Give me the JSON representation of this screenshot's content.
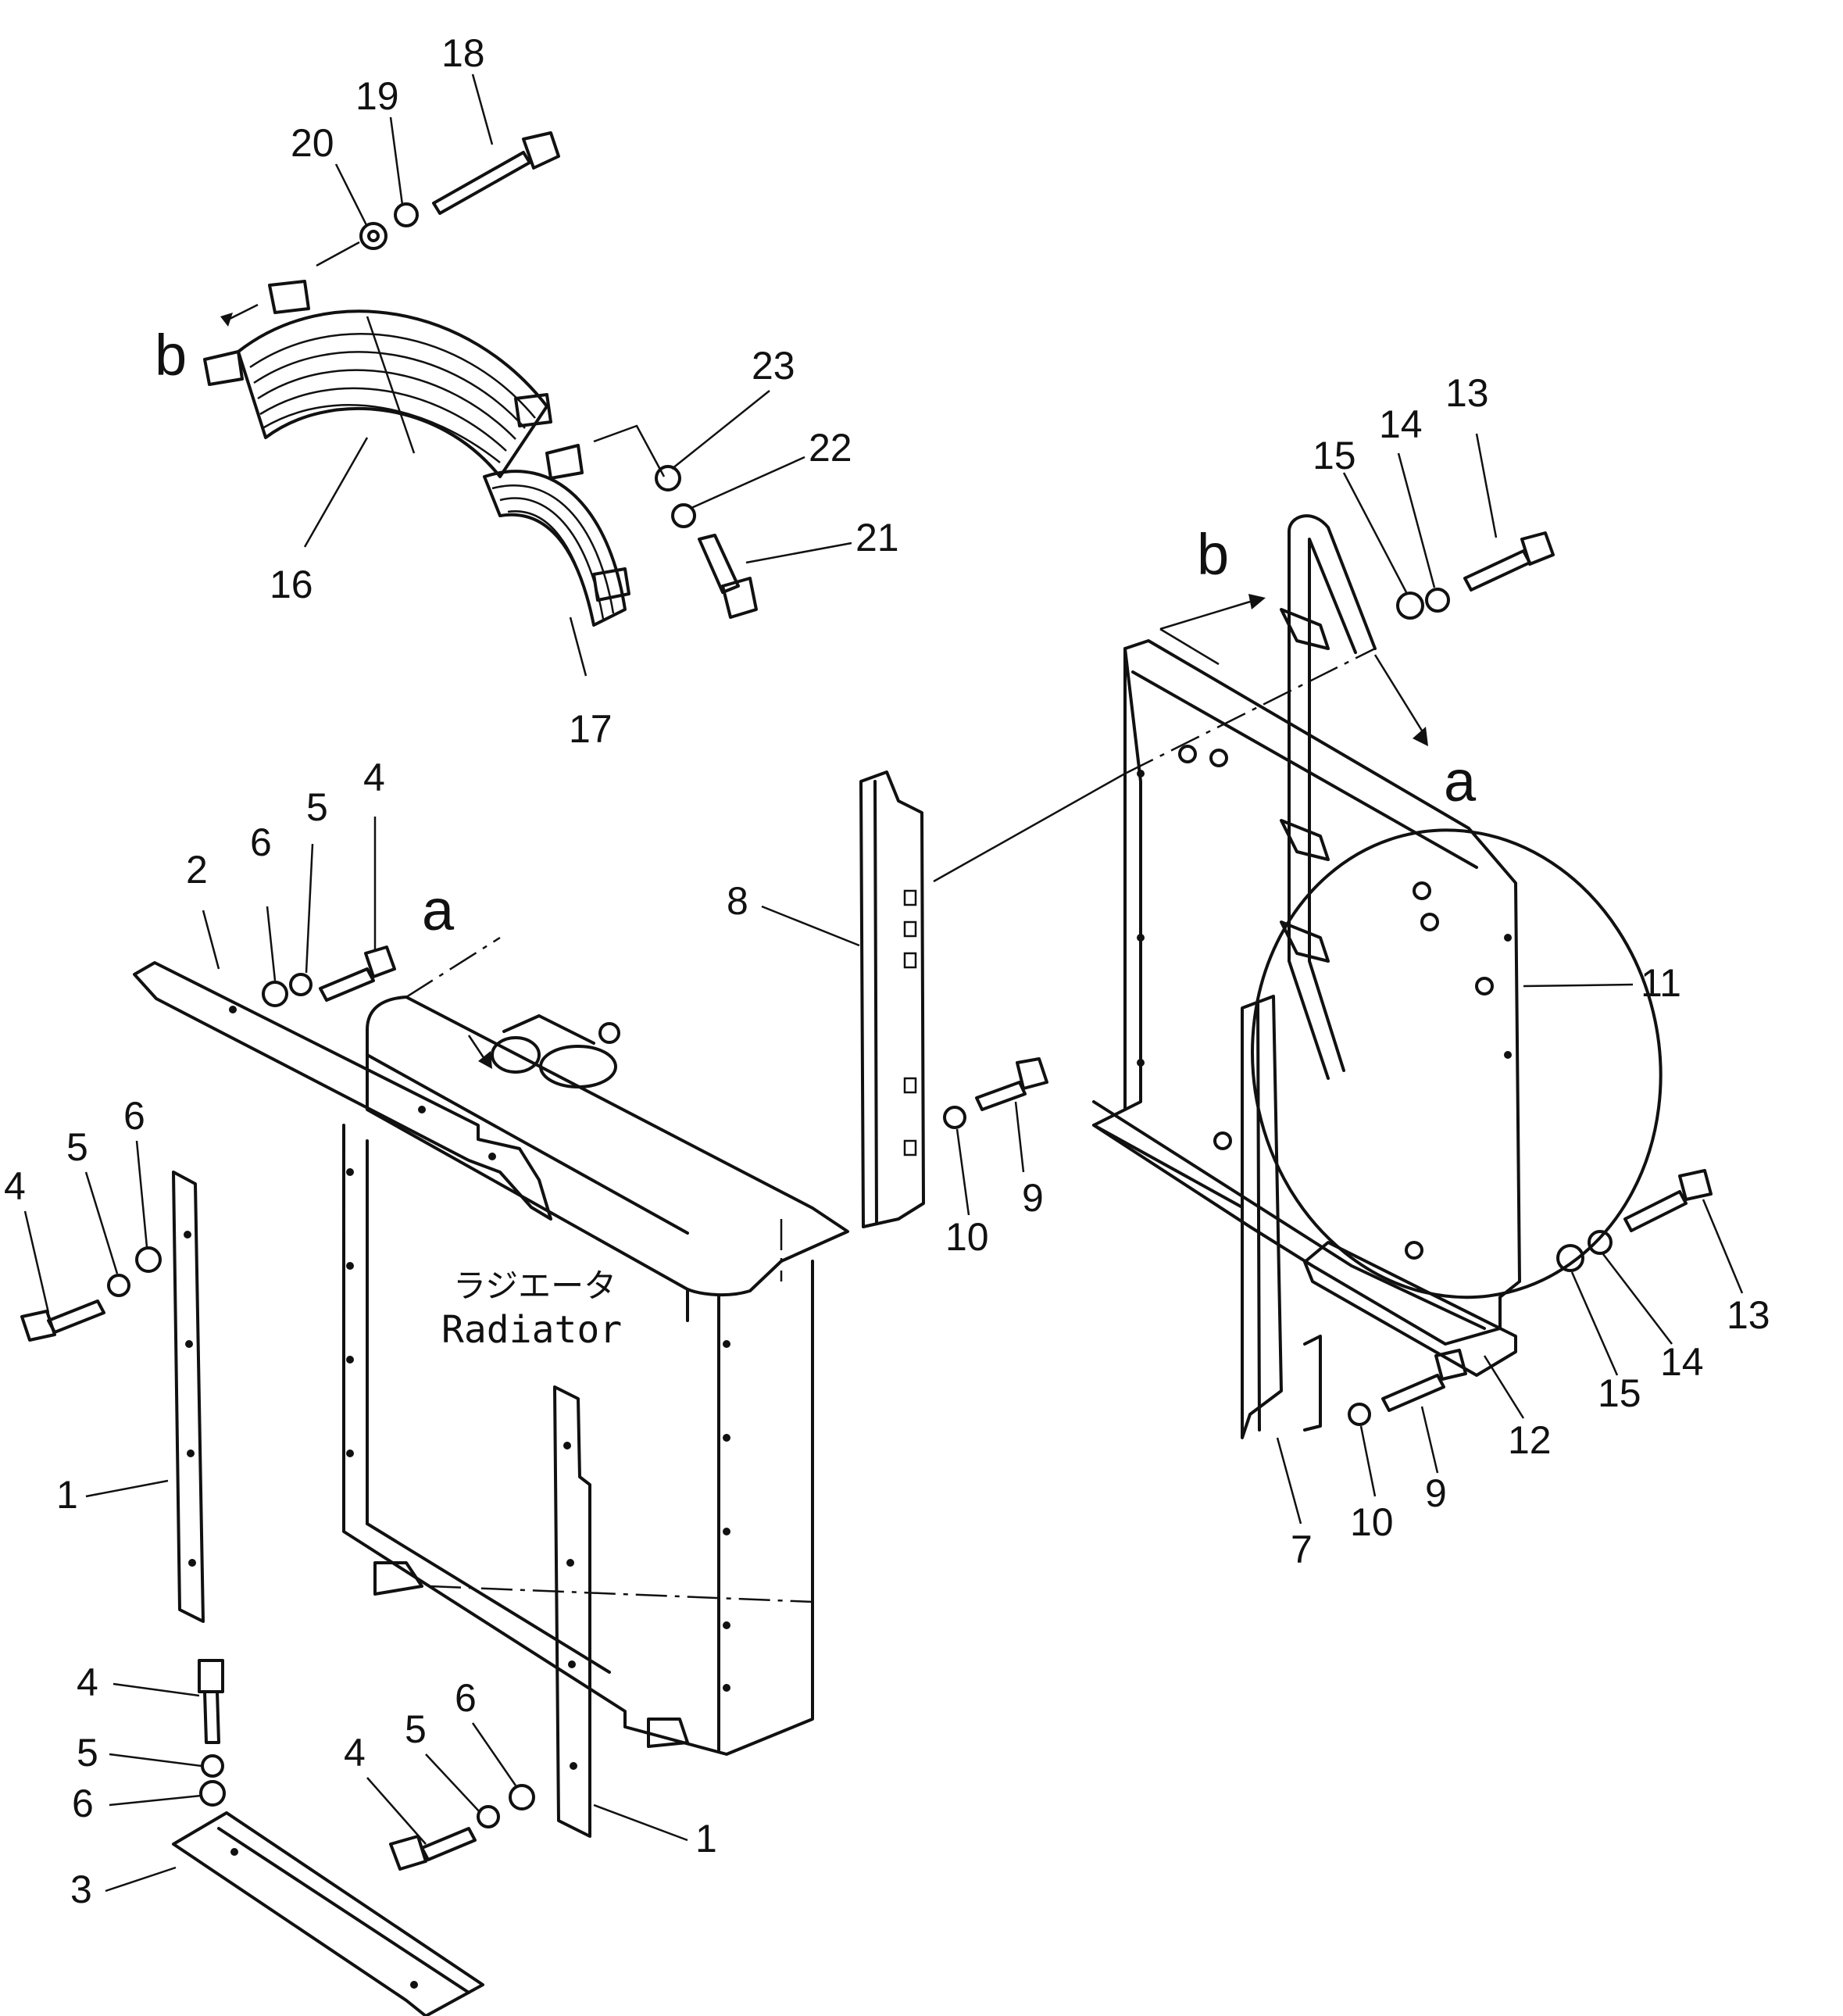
{
  "radiator": {
    "label_jp": "ラジエータ",
    "label_en": "Radiator"
  },
  "view_markers": {
    "a": "a",
    "b": "b"
  },
  "callouts": [
    {
      "id": "c18",
      "text": "18"
    },
    {
      "id": "c19",
      "text": "19"
    },
    {
      "id": "c20",
      "text": "20"
    },
    {
      "id": "c16",
      "text": "16"
    },
    {
      "id": "c17",
      "text": "17"
    },
    {
      "id": "c23",
      "text": "23"
    },
    {
      "id": "c22",
      "text": "22"
    },
    {
      "id": "c21",
      "text": "21"
    },
    {
      "id": "c13a",
      "text": "13"
    },
    {
      "id": "c14a",
      "text": "14"
    },
    {
      "id": "c15a",
      "text": "15"
    },
    {
      "id": "c11",
      "text": "11"
    },
    {
      "id": "c8",
      "text": "8"
    },
    {
      "id": "c9a",
      "text": "9"
    },
    {
      "id": "c10a",
      "text": "10"
    },
    {
      "id": "c2",
      "text": "2"
    },
    {
      "id": "c6a",
      "text": "6"
    },
    {
      "id": "c5a",
      "text": "5"
    },
    {
      "id": "c4a",
      "text": "4"
    },
    {
      "id": "c4b",
      "text": "4"
    },
    {
      "id": "c5b",
      "text": "5"
    },
    {
      "id": "c6b",
      "text": "6"
    },
    {
      "id": "c1a",
      "text": "1"
    },
    {
      "id": "c4c",
      "text": "4"
    },
    {
      "id": "c5c",
      "text": "5"
    },
    {
      "id": "c6c",
      "text": "6"
    },
    {
      "id": "c3",
      "text": "3"
    },
    {
      "id": "c4d",
      "text": "4"
    },
    {
      "id": "c5d",
      "text": "5"
    },
    {
      "id": "c6d",
      "text": "6"
    },
    {
      "id": "c1b",
      "text": "1"
    },
    {
      "id": "c7",
      "text": "7"
    },
    {
      "id": "c10b",
      "text": "10"
    },
    {
      "id": "c9b",
      "text": "9"
    },
    {
      "id": "c12",
      "text": "12"
    },
    {
      "id": "c15b",
      "text": "15"
    },
    {
      "id": "c14b",
      "text": "14"
    },
    {
      "id": "c13b",
      "text": "13"
    }
  ]
}
